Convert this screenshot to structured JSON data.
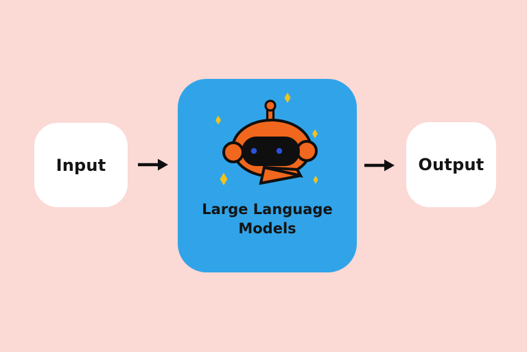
{
  "diagram": {
    "input_label": "Input",
    "output_label": "Output",
    "center_title_line1": "Large Language",
    "center_title_line2": "Models"
  },
  "icons": {
    "robot": "robot-icon",
    "sparkles": "sparkle-icon",
    "arrows": "arrow-right-icon"
  },
  "colors": {
    "bg_pink": "#FBD9D5",
    "card_blue": "#31A4E9",
    "box_white": "#FFFFFF",
    "robot_orange": "#F0671D",
    "sparkle_yellow": "#F2C21E",
    "eye_blue": "#2B52DB",
    "outline_black": "#0F0F0F",
    "text_black": "#141414"
  }
}
